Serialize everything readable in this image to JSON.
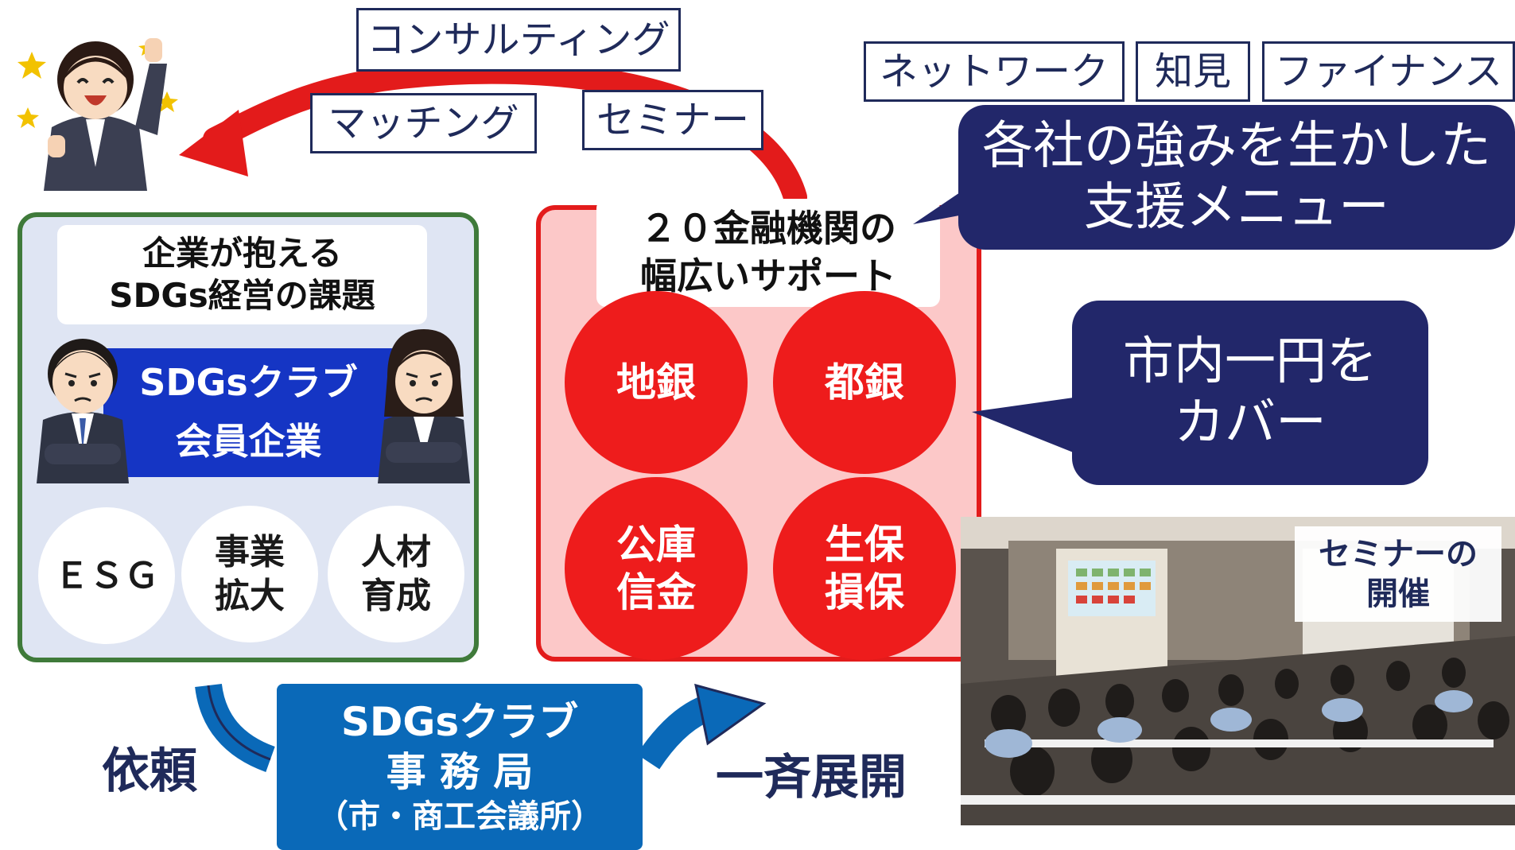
{
  "top_labels": {
    "consulting": "コンサルティング",
    "matching": "マッチング",
    "seminar": "セミナー",
    "network": "ネットワーク",
    "knowledge": "知見",
    "finance": "ファイナンス"
  },
  "left_panel": {
    "title_line1": "企業が抱える",
    "title_line2": "SDGs経営の課題",
    "banner_line1": "SDGsクラブ",
    "banner_line2": "会員企業",
    "issues": [
      {
        "line1": "ＥＳＧ",
        "line2": ""
      },
      {
        "line1": "事業",
        "line2": "拡大"
      },
      {
        "line1": "人材",
        "line2": "育成"
      }
    ]
  },
  "right_panel": {
    "title_line1": "２０金融機関の",
    "title_line2": "幅広いサポート",
    "institutions": [
      {
        "line1": "地銀",
        "line2": ""
      },
      {
        "line1": "都銀",
        "line2": ""
      },
      {
        "line1": "公庫",
        "line2": "信金"
      },
      {
        "line1": "生保",
        "line2": "損保"
      }
    ]
  },
  "bubbles": {
    "support_line1": "各社の強みを生かした",
    "support_line2": "支援メニュー",
    "cover_line1": "市内一円を",
    "cover_line2": "カバー"
  },
  "office": {
    "line1": "SDGsクラブ",
    "line2": "事 務 局",
    "line3": "（市・商工会議所）"
  },
  "flow": {
    "request": "依頼",
    "deploy": "一斉展開"
  },
  "photo": {
    "caption_line1": "セミナーの",
    "caption_line2": "開催"
  },
  "colors": {
    "navy": "#22276a",
    "red": "#ee1c1c",
    "green_border": "#3f7a3a",
    "blue_box": "#0a69b8"
  }
}
